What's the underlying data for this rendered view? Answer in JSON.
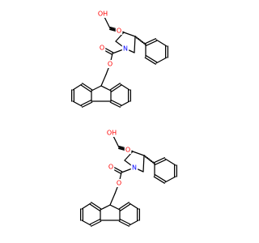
{
  "colors": {
    "carbon": "#000000",
    "oxygen": "#ff0000",
    "nitrogen": "#0000ff",
    "background": "#ffffff"
  },
  "molecules": [
    {
      "atoms": {
        "oh": {
          "text": "OH",
          "element": "O"
        },
        "o_acid": {
          "text": "O",
          "element": "O"
        },
        "o_carbonyl": {
          "text": "O",
          "element": "O"
        },
        "o_ester": {
          "text": "O",
          "element": "O"
        },
        "n": {
          "text": "N",
          "element": "N"
        }
      }
    },
    {
      "atoms": {
        "oh": {
          "text": "OH",
          "element": "O"
        },
        "o_acid": {
          "text": "O",
          "element": "O"
        },
        "o_carbonyl": {
          "text": "O",
          "element": "O"
        },
        "o_ester": {
          "text": "O",
          "element": "O"
        },
        "n": {
          "text": "N",
          "element": "N"
        }
      }
    }
  ]
}
